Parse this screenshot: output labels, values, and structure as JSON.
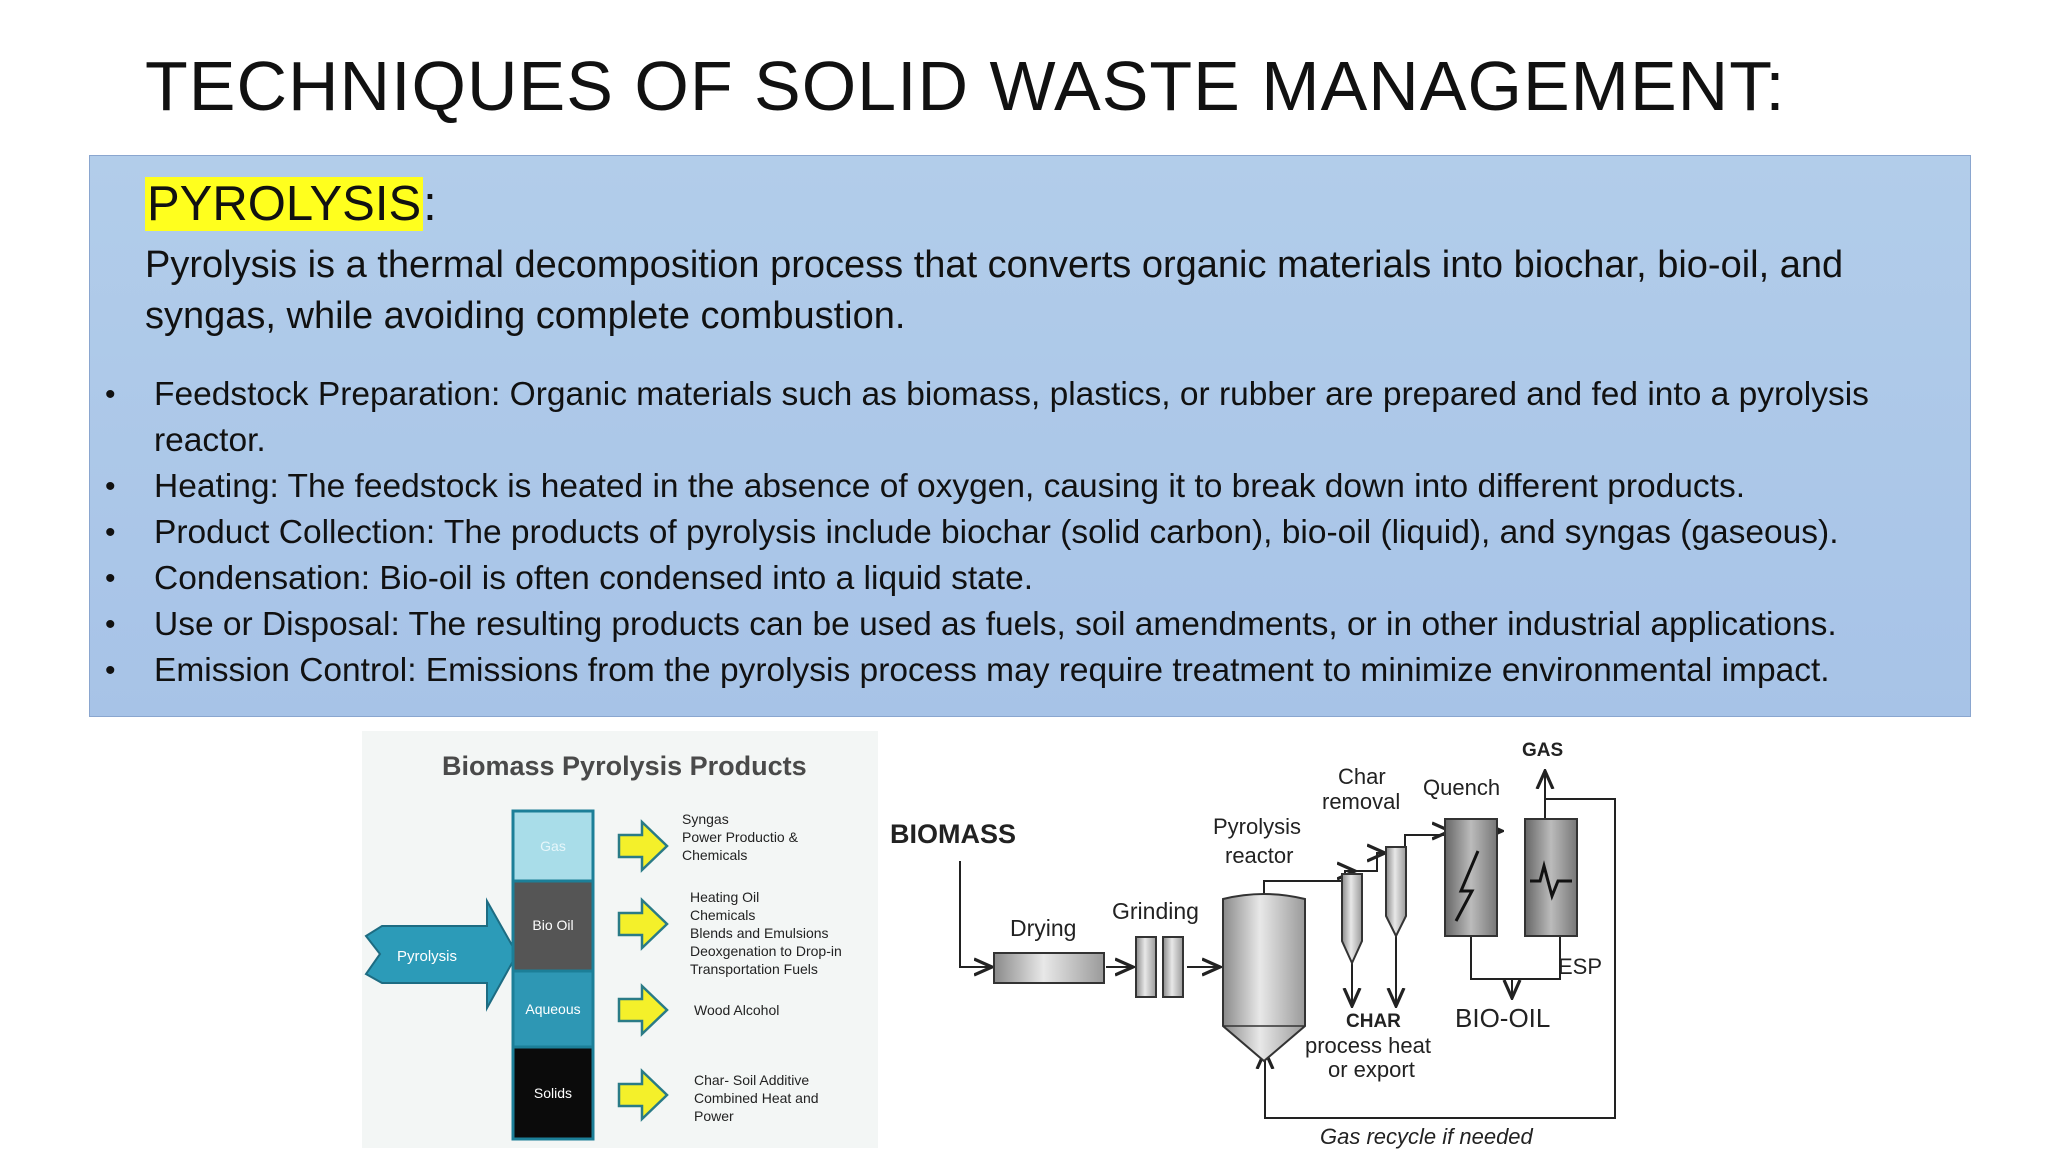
{
  "slide": {
    "title": "TECHNIQUES OF SOLID WASTE MANAGEMENT:",
    "section_heading": "PYROLYSIS",
    "section_heading_colon": ":",
    "intro": "Pyrolysis is a thermal decomposition process that converts organic materials into biochar, bio-oil, and syngas, while avoiding complete combustion.",
    "bullets": [
      "Feedstock Preparation: Organic materials such as biomass, plastics, or rubber are prepared and fed into a pyrolysis reactor.",
      "Heating: The feedstock is heated in the absence of oxygen, causing it to break down into different products.",
      "Product Collection: The products of pyrolysis include biochar (solid carbon), bio-oil (liquid), and syngas (gaseous).",
      "Condensation: Bio-oil is often condensed into a liquid state.",
      "Use or Disposal: The resulting products can be used as fuels, soil amendments, or in other industrial applications.",
      "Emission Control: Emissions from the pyrolysis process may require treatment to minimize environmental impact."
    ],
    "highlight_color": "#ffff1e",
    "panel_color": "#adc8e9"
  },
  "figure_products": {
    "title": "Biomass Pyrolysis Products",
    "input_label": "Pyrolysis",
    "layers": [
      {
        "label": "Gas",
        "color": "#a9dde9"
      },
      {
        "label": "Bio Oil",
        "color": "#555555"
      },
      {
        "label": "Aqueous",
        "color": "#2e97b4"
      },
      {
        "label": "Solids",
        "color": "#0b0b0b"
      }
    ],
    "outputs": [
      [
        "Syngas",
        "Power Productio &",
        "Chemicals"
      ],
      [
        "Heating Oil",
        "Chemicals",
        "Blends and Emulsions",
        "Deoxgenation to Drop-in",
        "Transportation Fuels"
      ],
      [
        "Wood Alcohol"
      ],
      [
        "Char- Soil Additive",
        "Combined Heat and",
        "Power"
      ]
    ]
  },
  "figure_process": {
    "biomass": "BIOMASS",
    "drying": "Drying",
    "grinding": "Grinding",
    "reactor_line1": "Pyrolysis",
    "reactor_line2": "reactor",
    "char_removal_line1": "Char",
    "char_removal_line2": "removal",
    "quench": "Quench",
    "gas": "GAS",
    "esp": "ESP",
    "char": "CHAR",
    "char_note_line1": "process heat",
    "char_note_line2": "or export",
    "bio_oil": "BIO-OIL",
    "recycle": "Gas recycle if needed"
  }
}
